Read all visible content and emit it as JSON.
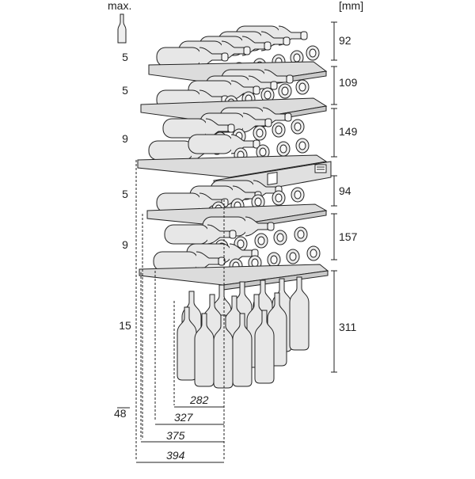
{
  "header": {
    "max_label": "max.",
    "unit_label": "[mm]"
  },
  "bottle_counts": [
    "5",
    "5",
    "9",
    "5",
    "9",
    "15",
    "48"
  ],
  "heights": [
    "92",
    "109",
    "149",
    "94",
    "157",
    "311"
  ],
  "widths": [
    "282",
    "327",
    "375",
    "394"
  ],
  "colors": {
    "line": "#222222",
    "bottle_fill": "#e6e6e6",
    "shelf_fill": "#d9d9d9"
  }
}
